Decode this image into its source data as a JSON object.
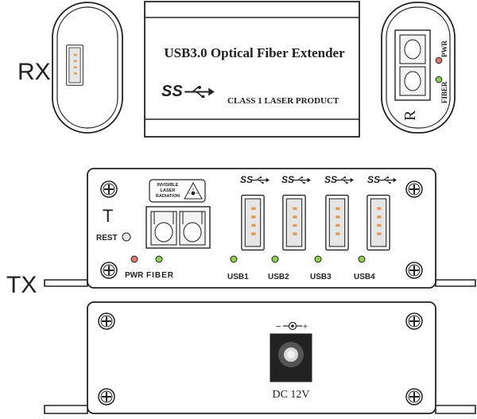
{
  "rx": {
    "side_label": "RX",
    "product_title": "USB3.0 Optical Fiber Extender",
    "ss_logo": "SS",
    "laser_class": "CLASS 1 LASER PRODUCT",
    "unit_letter": "R",
    "led_labels": {
      "pwr": "PWR",
      "fiber": "FIBER"
    }
  },
  "tx": {
    "side_label": "TX",
    "unit_letter": "T",
    "reset_label": "REST",
    "laser_warning": [
      "INVISIBLE",
      "LASER",
      "RADIATION"
    ],
    "led_labels": [
      "PWR",
      "FIBER",
      "USB1",
      "USB2",
      "USB3",
      "USB4"
    ],
    "ss_logo": "SS"
  },
  "power": {
    "label": "DC 12V",
    "polarity_negative": "−",
    "polarity_positive": "+"
  },
  "colors": {
    "stroke": "#222222",
    "panel_fill": "#f7f7f7",
    "port_fill": "#e6e6e6",
    "contact": "#e39a55",
    "led_red": "#e27474",
    "led_green": "#8fcf4f",
    "jack_fill": "#222222"
  },
  "icons": [
    "usb-icon",
    "laser-warning-icon",
    "screw-icon",
    "fiber-port-icon",
    "dc-jack-icon"
  ]
}
